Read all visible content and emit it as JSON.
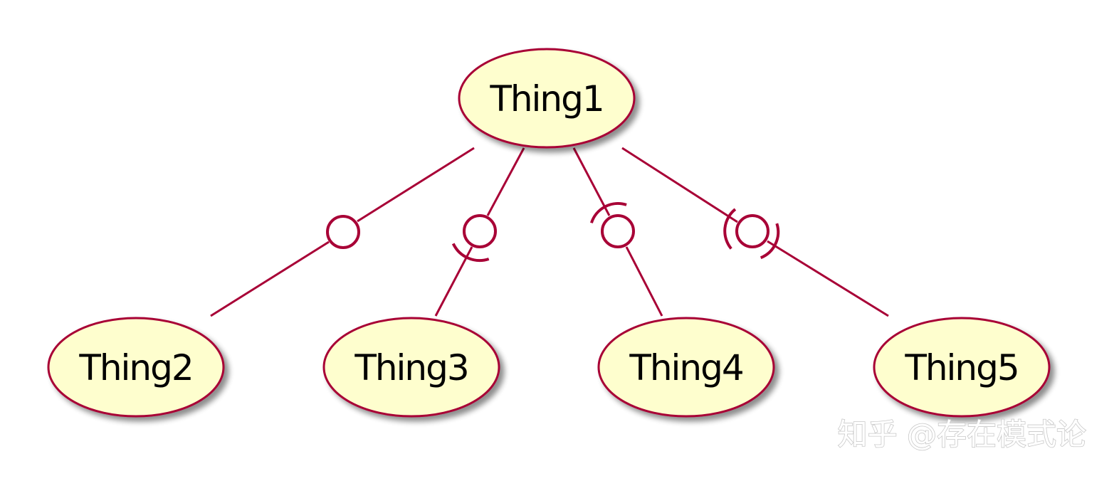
{
  "diagram": {
    "nodes": [
      {
        "id": "thing1",
        "label": "Thing1"
      },
      {
        "id": "thing2",
        "label": "Thing2"
      },
      {
        "id": "thing3",
        "label": "Thing3"
      },
      {
        "id": "thing4",
        "label": "Thing4"
      },
      {
        "id": "thing5",
        "label": "Thing5"
      }
    ],
    "edges": [
      {
        "from": "thing1",
        "to": "thing2",
        "interface": "lollipop"
      },
      {
        "from": "thing1",
        "to": "thing3",
        "interface": "lollipop-socket-below"
      },
      {
        "from": "thing1",
        "to": "thing4",
        "interface": "lollipop-socket-above"
      },
      {
        "from": "thing1",
        "to": "thing5",
        "interface": "lollipop-double-socket"
      }
    ],
    "colors": {
      "node_fill": "#FEFECE",
      "node_border": "#A80036",
      "edge": "#A80036",
      "text": "#000000",
      "background": "#FFFFFF"
    }
  },
  "watermark": {
    "text": "知乎 @存在模式论"
  }
}
